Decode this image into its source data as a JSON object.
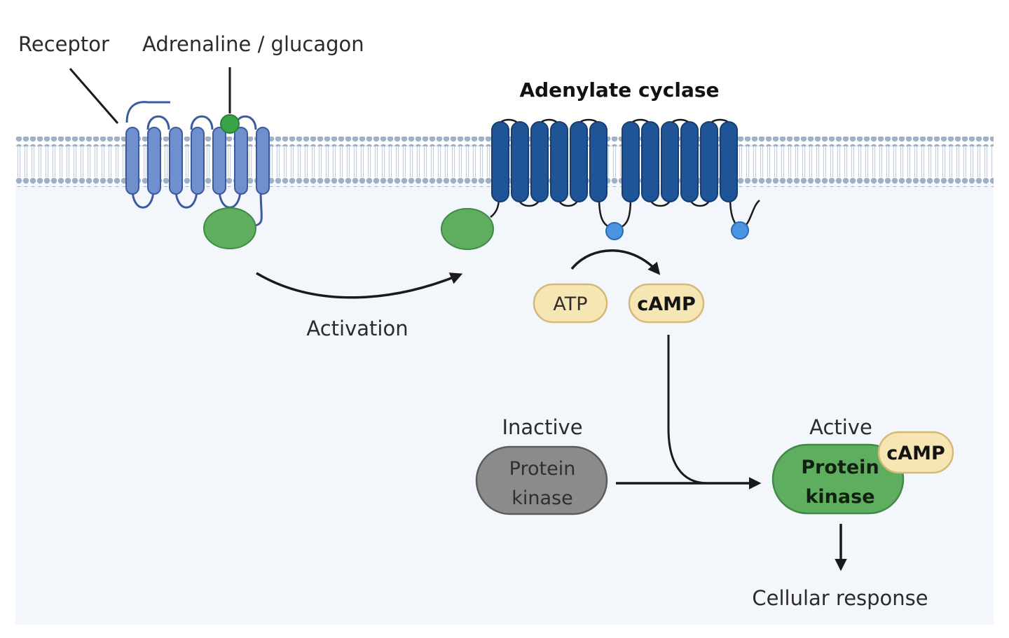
{
  "labels": {
    "receptor": "Receptor",
    "ligand": "Adrenaline / glucagon",
    "adenylate_cyclase": "Adenylate cyclase",
    "activation": "Activation",
    "atp": "ATP",
    "camp": "cAMP",
    "inactive": "Inactive",
    "active": "Active",
    "protein_kinase_line1": "Protein",
    "protein_kinase_line2": "kinase",
    "cellular_response": "Cellular response"
  },
  "colors": {
    "cytoplasm": "#f3f7fc",
    "membrane_head": "#9fb1c6",
    "receptor": "#6f90cc",
    "receptor_stroke": "#3d5aa0",
    "adenylate_cyclase": "#1f5496",
    "adenylate_cyclase_stroke": "#163e70",
    "g_protein": "#5fae5f",
    "g_protein_stroke": "#3f8a45",
    "ligand": "#3aa547",
    "phospho_dot": "#4b94df",
    "nucleotide_fill": "#f6e6b4",
    "nucleotide_stroke": "#d6b877",
    "inactive_kinase": "#8b8b8b",
    "active_kinase": "#5fae5f"
  }
}
